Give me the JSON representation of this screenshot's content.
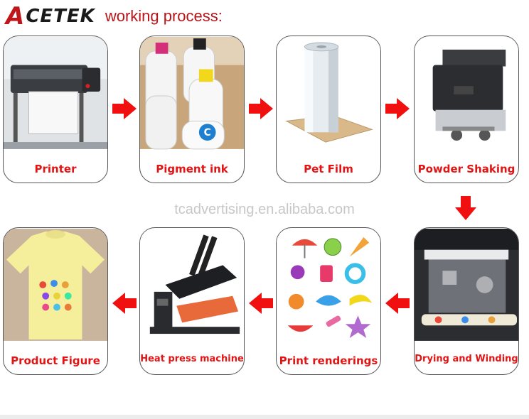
{
  "header": {
    "logo_a": "A",
    "logo_rest": "CETEK",
    "title": "working process:"
  },
  "steps": [
    {
      "label": "Printer"
    },
    {
      "label": "Pigment ink"
    },
    {
      "label": "Pet Film"
    },
    {
      "label": "Powder Shaking"
    },
    {
      "label": "Drying and Winding"
    },
    {
      "label": "Print renderings"
    },
    {
      "label": "Heat press machine"
    },
    {
      "label": "Product Figure"
    }
  ],
  "ink_bottles": [
    "C"
  ],
  "watermark": "tcadvertising.en.alibaba.com",
  "colors": {
    "accent": "#e31414",
    "title": "#b8141a",
    "arrow": "#f01010"
  }
}
